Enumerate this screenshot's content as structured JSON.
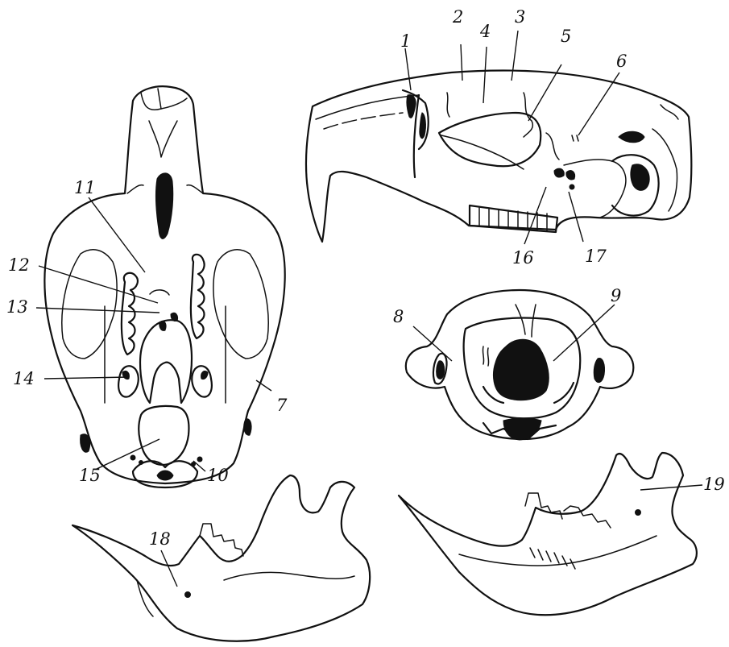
{
  "figure": {
    "labels": [
      "1",
      "2",
      "3",
      "4",
      "5",
      "6",
      "7",
      "8",
      "9",
      "10",
      "11",
      "12",
      "13",
      "14",
      "15",
      "16",
      "17",
      "18",
      "19"
    ]
  }
}
